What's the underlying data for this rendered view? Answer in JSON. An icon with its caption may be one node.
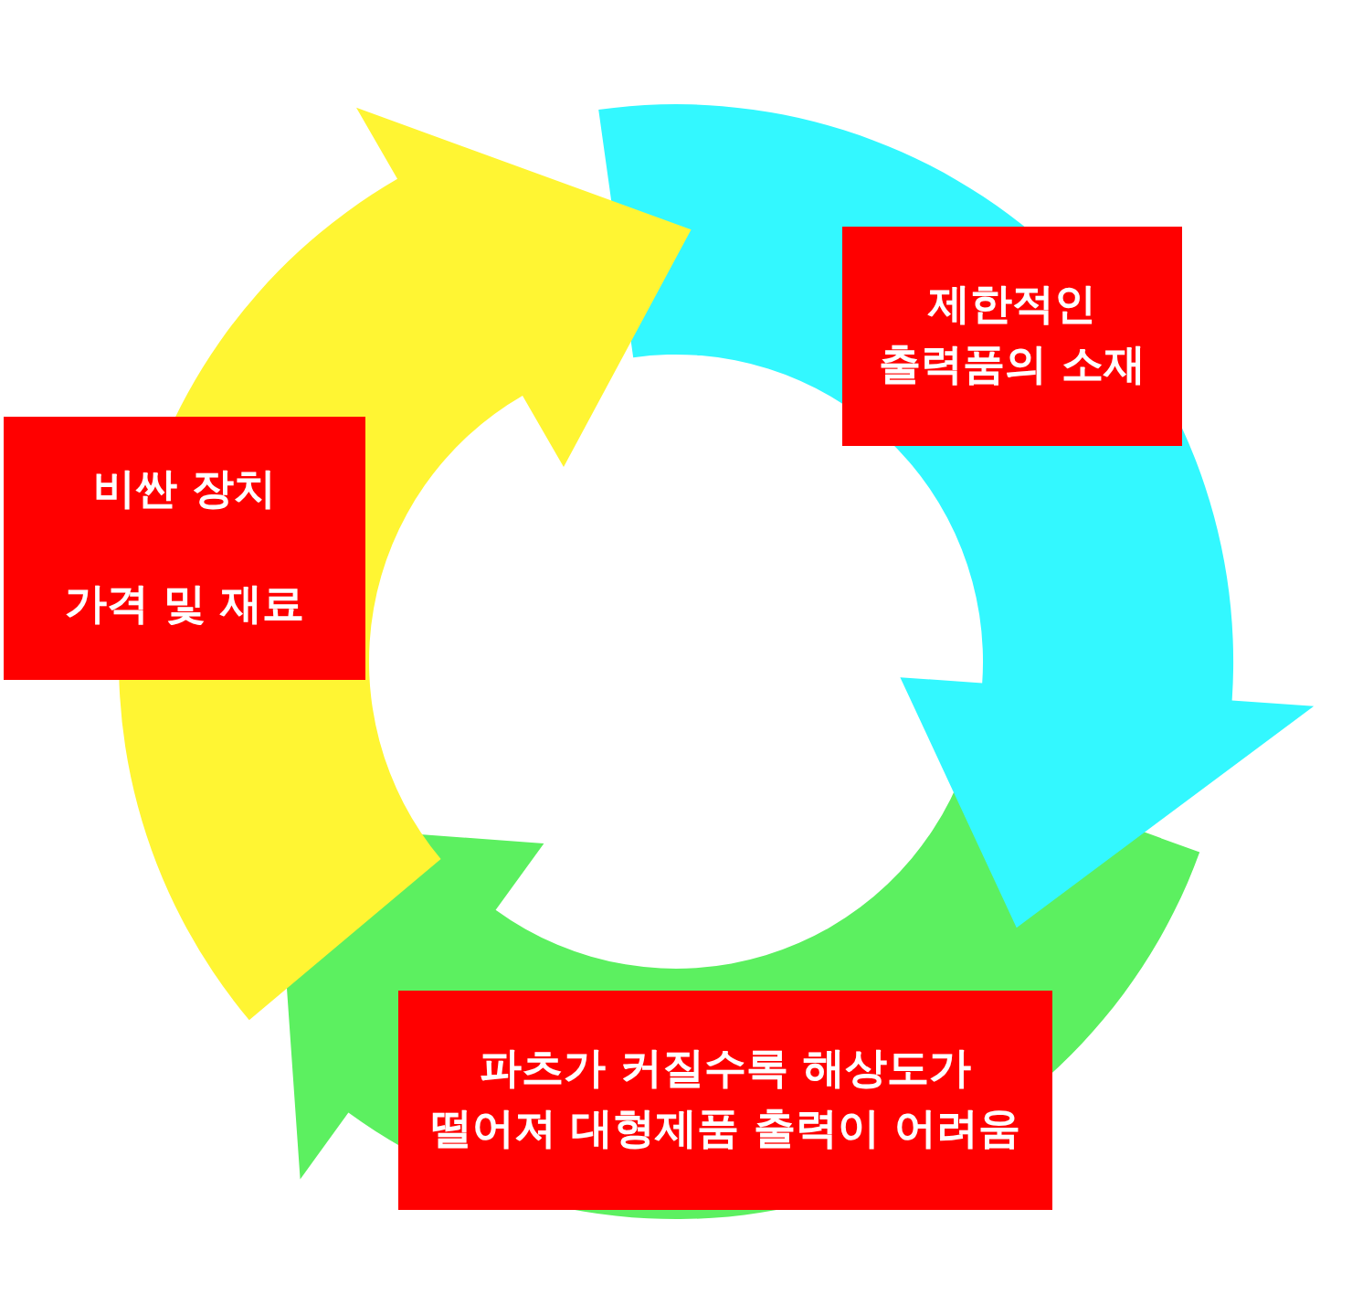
{
  "diagram": {
    "nodes": [
      {
        "text": [
          "제한적인 출력품의 소재"
        ]
      },
      {
        "text": [
          "파츠가 커질수록 해상도가 떨어져 대형제품 출력이 어려움"
        ]
      },
      {
        "text": [
          "비싼 장치",
          "가격 및 재료"
        ]
      }
    ]
  }
}
